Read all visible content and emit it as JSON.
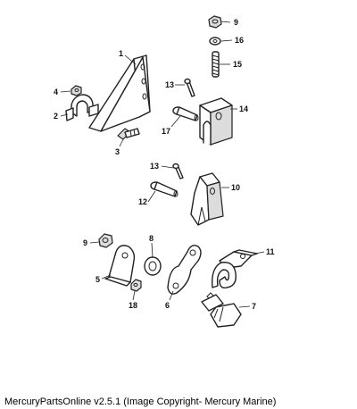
{
  "callouts": {
    "c1": "1",
    "c2": "2",
    "c3": "3",
    "c4": "4",
    "c5": "5",
    "c6": "6",
    "c7": "7",
    "c8": "8",
    "c9a": "9",
    "c9b": "9",
    "c10": "10",
    "c11": "11",
    "c12": "12",
    "c13a": "13",
    "c13b": "13",
    "c14": "14",
    "c15": "15",
    "c16": "16",
    "c17": "17",
    "c18": "18"
  },
  "caption": "MercuryPartsOnline v2.5.1 (Image Copyright- Mercury Marine)",
  "colors": {
    "line": "#222222",
    "background": "#ffffff",
    "shade": "#dcdcdc"
  }
}
